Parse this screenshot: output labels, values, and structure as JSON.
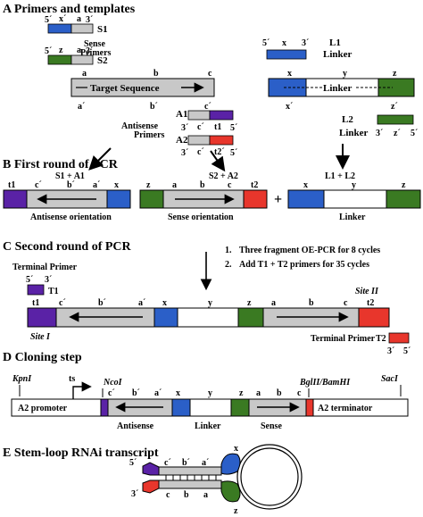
{
  "sections": {
    "a": "A  Primers and templates",
    "b": "B  First round of PCR",
    "c": "C  Second round of PCR",
    "d": "D  Cloning step",
    "e": "E  Stem-loop RNAi transcript"
  },
  "primers": {
    "p5": "5´",
    "p3": "3´",
    "sense": [
      "Sense",
      "Primers"
    ],
    "antisense": [
      "Antisense",
      "Primers"
    ],
    "s1": "S1",
    "s2": "S2",
    "a1": "A1",
    "a2": "A2",
    "l1": "L1",
    "l2": "L2",
    "linker_word": "Linker",
    "x": "x",
    "y": "y",
    "z": "z",
    "a": "a",
    "b": "b",
    "c": "c",
    "a_prime": "a´",
    "b_prime": "b´",
    "c_prime": "c´",
    "x_prime": "x´",
    "z_prime": "z´",
    "t1": "t1",
    "t2": "t2",
    "t2_prime": "t2´",
    "target": "Target Sequence",
    "linker_inner": "Linker"
  },
  "round1": {
    "s1a1": "S1 + A1",
    "s2a2": "S2 + A2",
    "l1l2": "L1 + L2",
    "plus": "+",
    "antisense_or": "Antisense orientation",
    "sense_or": "Sense orientation",
    "linker": "Linker"
  },
  "round2": {
    "step1_num": "1.",
    "step1": "Three fragment OE-PCR for 8 cycles",
    "step2_num": "2.",
    "step2": "Add T1 + T2 primers for 35 cycles",
    "terminal_primer": "Terminal Primer",
    "T1": "T1",
    "T2": "T2",
    "site_i": "Site I",
    "site_ii": "Site II"
  },
  "cloning": {
    "kpni": "KpnI",
    "ts": "ts",
    "ncoi": "NcoI",
    "bglii": "BglII/BamHI",
    "saci": "SacI",
    "promoter": "A2 promoter",
    "terminator": "A2 terminator",
    "antisense": "Antisense",
    "linker": "Linker",
    "sense": "Sense"
  },
  "colors": {
    "blue": "#2b5fc8",
    "green": "#3a7a22",
    "purple": "#5a22a6",
    "red": "#e8362c",
    "gray": "#c8c8c8"
  }
}
